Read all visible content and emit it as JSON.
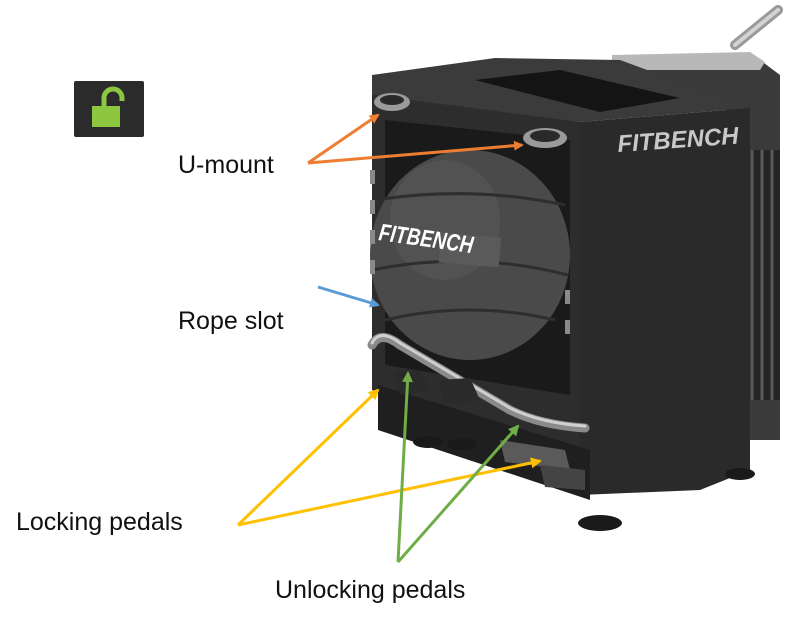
{
  "labels": {
    "u_mount": "U-mount",
    "rope_slot": "Rope slot",
    "locking_pedals": "Locking pedals",
    "unlocking_pedals": "Unlocking pedals"
  },
  "brand": {
    "machine_logo": "FITBENCH",
    "ball_logo": "FITBENCH"
  },
  "icons": {
    "badge": "unlocked-padlock-icon"
  },
  "colors": {
    "u_mount_arrow": "#ed7d31",
    "rope_slot_arrow": "#5b9bd5",
    "locking_arrow": "#ffc000",
    "unlocking_arrow": "#70ad47",
    "padlock": "#8dc63f",
    "badge_bg": "#2b2b2b",
    "frame": "#2a2a2a"
  }
}
